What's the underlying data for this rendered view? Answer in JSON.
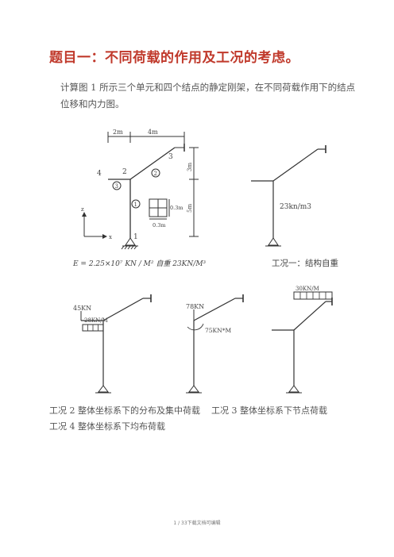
{
  "page": {
    "title": "题目一：不同荷载的作用及工况的考虑。",
    "intro_line1": "计算图 1 所示三个单元和四个结点的静定刚架，在不同荷载作用下的结点",
    "intro_line2": "位移和内力图。",
    "footer": "1 / 33下载文档可编辑"
  },
  "figure1": {
    "dim_2m": "2m",
    "dim_4m": "4m",
    "dim_3m": "3m",
    "dim_5m": "5m",
    "node1": "1",
    "node2": "2",
    "node3": "3",
    "node4": "4",
    "elem1": "1",
    "elem2": "2",
    "elem3": "3",
    "section_h": "0.3m",
    "section_w": "0.3m",
    "axis_z": "z",
    "axis_x": "x",
    "formula": "E = 2.25×10⁷ KN / M²  自重  23KN/M³"
  },
  "case1": {
    "load_label": "23kn/m3",
    "caption": "工况一：结构自重"
  },
  "case2": {
    "point_load": "45KN",
    "dist_load": "28KN/M"
  },
  "case3": {
    "point_load": "78KN",
    "moment": "75KN*M"
  },
  "case4": {
    "dist_load": "30KN/M"
  },
  "captions": {
    "case2": "工况 2 整体坐标系下的分布及集中荷载",
    "case3": "工况 3 整体坐标系下节点荷载",
    "case4": "工况 4 整体坐标系下均布荷载"
  }
}
